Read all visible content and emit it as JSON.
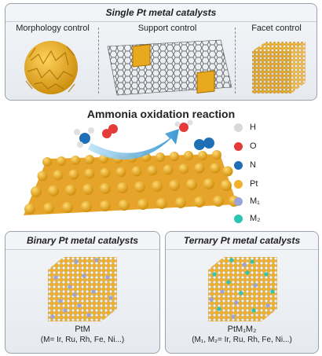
{
  "top_panel": {
    "title": "Single Pt metal catalysts",
    "labels": [
      "Morphology control",
      "Support control",
      "Facet control"
    ]
  },
  "middle": {
    "title": "Ammonia oxidation reaction",
    "legend": [
      {
        "symbol": "H",
        "color": "#d9d9d9"
      },
      {
        "symbol": "O",
        "color": "#e43a3a"
      },
      {
        "symbol": "N",
        "color": "#1f6fb7"
      },
      {
        "symbol": "Pt",
        "color": "#f2b12a"
      },
      {
        "symbol": "M₁",
        "color": "#9aa4d8"
      },
      {
        "symbol": "M₂",
        "color": "#2cc5b5"
      }
    ]
  },
  "binary": {
    "title": "Binary Pt metal catalysts",
    "formula": "PtM",
    "note": "(M= Ir, Ru, Rh, Fe, Ni...)"
  },
  "ternary": {
    "title": "Ternary Pt metal catalysts",
    "formula": "PtM₁M₂",
    "note": "(M₁, M₂= Ir, Ru, Rh, Fe, Ni...)"
  }
}
